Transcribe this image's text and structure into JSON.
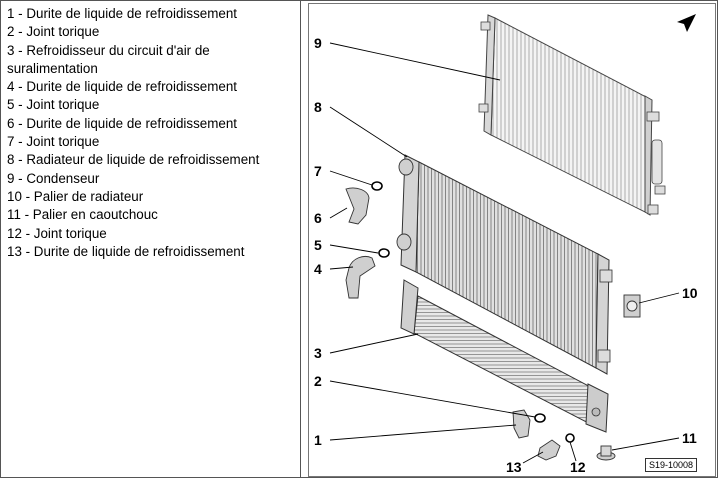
{
  "legend": [
    "1 - Durite de liquide de refroidissement",
    "2 - Joint torique",
    "3 - Refroidisseur  du circuit d'air de suralimentation",
    "4 - Durite de liquide de refroidissement",
    "5 - Joint torique",
    "6 - Durite de liquide de refroidissement",
    "7 - Joint torique",
    "8 - Radiateur  de liquide de refroidissement",
    "9 - Condenseur",
    "10 - Palier de radiateur",
    "11 - Palier en caoutchouc",
    "12 - Joint torique",
    "13 - Durite de liquide de refroidissement"
  ],
  "callouts": [
    "9",
    "8",
    "7",
    "6",
    "5",
    "4",
    "10",
    "3",
    "2",
    "1",
    "11",
    "13",
    "12"
  ],
  "figure_ref": "S19-10008",
  "icons": [
    "orientation-arrow-icon"
  ]
}
